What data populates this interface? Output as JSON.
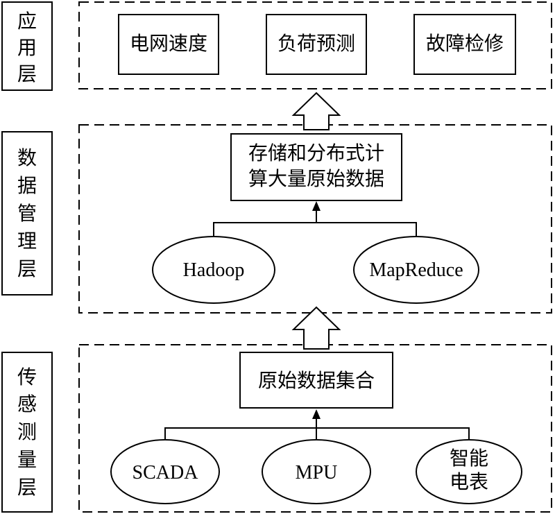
{
  "layers": {
    "application": {
      "label_chars": [
        "应",
        "用",
        "层"
      ]
    },
    "data_management": {
      "label_chars": [
        "数",
        "据",
        "管",
        "理",
        "层"
      ]
    },
    "sensing": {
      "label_chars": [
        "传",
        "感",
        "测",
        "量",
        "层"
      ]
    }
  },
  "application_boxes": [
    "电网速度",
    "负荷预测",
    "故障检修"
  ],
  "data_management": {
    "box_lines": [
      "存储和分布式计",
      "算大量原始数据"
    ],
    "ellipses": [
      "Hadoop",
      "MapReduce"
    ]
  },
  "sensing": {
    "box": "原始数据集合",
    "ellipses": [
      "SCADA",
      "MPU"
    ],
    "ellipse_multiline": [
      "智能",
      "电表"
    ]
  }
}
